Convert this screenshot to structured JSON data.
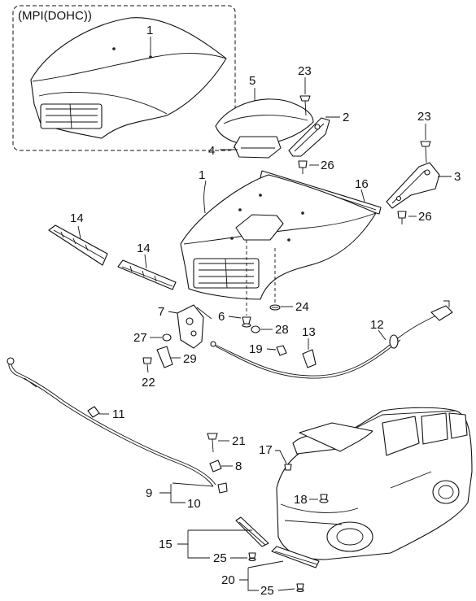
{
  "inset_label": "(MPI(DOHC))",
  "callouts": {
    "c1_top": "1",
    "c1_main": "1",
    "c2": "2",
    "c3": "3",
    "c4": "4",
    "c5": "5",
    "c6": "6",
    "c7": "7",
    "c8": "8",
    "c9": "9",
    "c10": "10",
    "c11": "11",
    "c12": "12",
    "c13": "13",
    "c14_a": "14",
    "c14_b": "14",
    "c15": "15",
    "c16": "16",
    "c17": "17",
    "c18": "18",
    "c19": "19",
    "c20": "20",
    "c21": "21",
    "c22": "22",
    "c23_a": "23",
    "c23_b": "23",
    "c24": "24",
    "c25_a": "25",
    "c25_b": "25",
    "c26_a": "26",
    "c26_b": "26",
    "c27": "27",
    "c28": "28",
    "c29": "29"
  }
}
